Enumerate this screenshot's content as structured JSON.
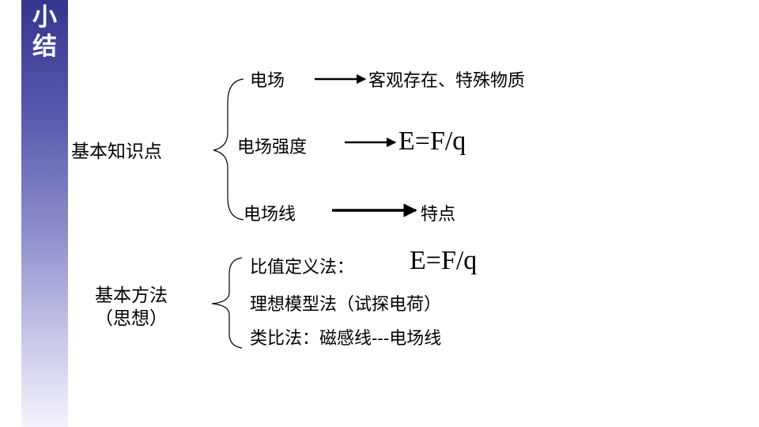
{
  "section_title": [
    "小",
    "结"
  ],
  "knowledge": {
    "category": "基本知识点",
    "items": [
      {
        "term": "电场",
        "result": "客观存在、特殊物质"
      },
      {
        "term": "电场强度",
        "result": "E=F/q"
      },
      {
        "term": "电场线",
        "result": "特点"
      }
    ]
  },
  "methods": {
    "category_line1": "基本方法",
    "category_line2": "（思想）",
    "items": [
      {
        "label": "比值定义法：",
        "formula": "E=F/q"
      },
      {
        "label": "理想模型法（试探电荷）"
      },
      {
        "label": "类比法：磁感线---电场线"
      }
    ]
  },
  "colors": {
    "sidebar_top": "#35358f",
    "sidebar_bottom": "#f4f4fc",
    "text": "#000000"
  }
}
